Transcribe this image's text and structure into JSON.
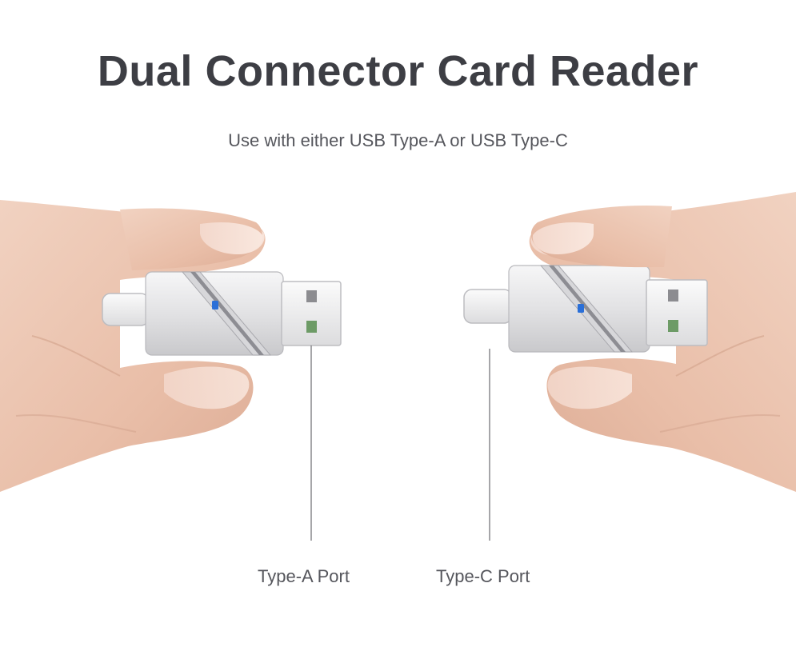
{
  "header": {
    "title": "Dual Connector Card Reader",
    "subtitle": "Use with either USB Type-A or USB Type-C"
  },
  "callouts": {
    "type_a_label": "Type-A Port",
    "type_c_label": "Type-C Port"
  },
  "colors": {
    "text_dark": "#3d3e44",
    "text_gray": "#55565c",
    "skin": "#eac2ad",
    "device_silver": "#e4e4e6",
    "led_blue": "#2a6fd8",
    "contact_green": "#6d9b66"
  }
}
